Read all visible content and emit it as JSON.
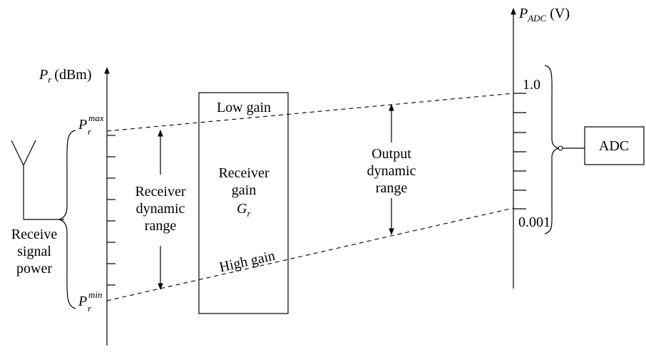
{
  "left_axis": {
    "label_symbol": "P",
    "label_subscript": "r",
    "label_unit": "(dBm)",
    "pmax_symbol": "P",
    "pmax_subscript": "r",
    "pmax_superscript": "max",
    "pmin_symbol": "P",
    "pmin_subscript": "r",
    "pmin_superscript": "min"
  },
  "right_axis": {
    "label_symbol": "P",
    "label_subscript": "ADC",
    "label_unit": "(V)",
    "top_tick_label": "1.0",
    "bottom_tick_label": "0.001"
  },
  "receive_signal_power": [
    "Receive",
    "signal",
    "power"
  ],
  "receiver_dynamic_range": [
    "Receiver",
    "dynamic",
    "range"
  ],
  "receiver_box": {
    "low_gain": "Low gain",
    "high_gain": "High gain",
    "title_lines": [
      "Receiver",
      "gain"
    ],
    "gain_symbol": "G",
    "gain_subscript": "r"
  },
  "output_dynamic_range": [
    "Output",
    "dynamic",
    "range"
  ],
  "adc_label": "ADC"
}
